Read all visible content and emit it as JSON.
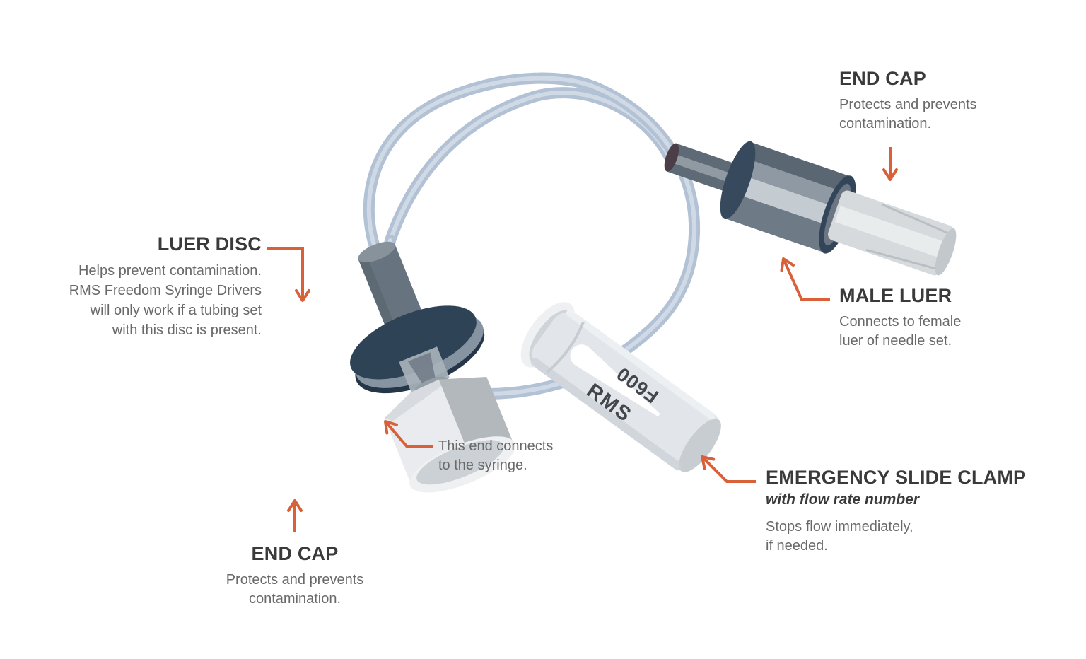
{
  "figure": {
    "clamp_marking_model": "F600",
    "clamp_marking_brand": "RMS"
  },
  "colors": {
    "accent": "#d8613a",
    "tube": "#b2c2d4",
    "tube_highlight": "#d3dde8",
    "navy": "#2f4357",
    "heading": "#3a3a3a",
    "body_text": "#696969"
  },
  "labels": {
    "end_cap_top": {
      "title": "END CAP",
      "line1": "Protects and prevents",
      "line2": "contamination."
    },
    "luer_disc": {
      "title": "LUER DISC",
      "line1": "Helps prevent contamination.",
      "line2": "RMS Freedom Syringe Drivers",
      "line3": "will only work if a tubing set",
      "line4": "with this disc is present."
    },
    "male_luer": {
      "title": "MALE LUER",
      "line1": "Connects to female",
      "line2": "luer of needle set."
    },
    "syringe_end": {
      "line1": "This end connects",
      "line2": "to the syringe."
    },
    "end_cap_bottom": {
      "title": "END CAP",
      "line1": "Protects and prevents",
      "line2": "contamination."
    },
    "slide_clamp": {
      "title": "EMERGENCY SLIDE CLAMP",
      "subtitle": "with flow rate number",
      "line1": "Stops flow immediately,",
      "line2": "if needed."
    }
  }
}
